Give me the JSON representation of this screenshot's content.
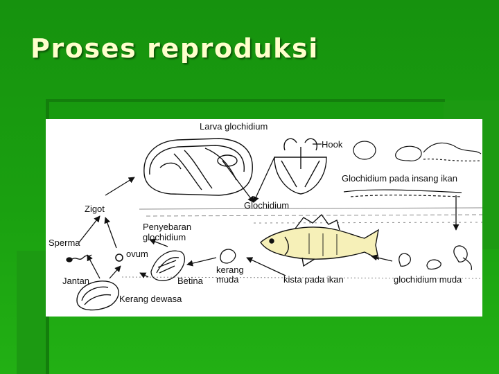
{
  "slide": {
    "title": "Proses reproduksi"
  },
  "diagram": {
    "labels": {
      "larva": "Larva glochidium",
      "hook": "Hook",
      "glochidium": "Glochidium",
      "insang": "Glochidium pada insang ikan",
      "zigot": "Zigot",
      "penyebaran_1": "Penyebaran",
      "penyebaran_2": "glochidium",
      "sperma": "Sperma",
      "ovum": "ovum",
      "jantan": "Jantan",
      "betina": "Betina",
      "kerang_muda_1": "kerang",
      "kerang_muda_2": "muda",
      "kista": "kista pada ikan",
      "glochidium_muda": "glochidium muda",
      "kerang_dewasa": "Kerang dewasa"
    }
  },
  "colors": {
    "background": "#1aa010",
    "title": "#ffffcc",
    "figure_bg": "#ffffff",
    "ink": "#111111"
  }
}
